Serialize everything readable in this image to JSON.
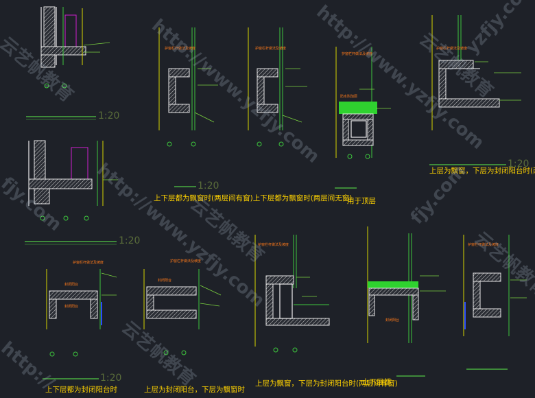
{
  "captions": {
    "c1": "上下层都为飘窗时(两层间有窗)上下层都为飘窗时(两层间无窗)",
    "c2": "用于顶层",
    "c3": "上层为飘窗，下层为封闭阳台时(两层",
    "c4": "上下层都为封闭阳台时",
    "c5": "上层为封闭阳台，下层为飘窗时",
    "c6": "上层为飘窗，下层为封闭阳台时(两层间有窗)",
    "c7": "上下层都"
  },
  "scales": {
    "s1": "1:20",
    "s2": "1:20",
    "s3": "1:20",
    "s4": "1:20",
    "s5": "1:20"
  },
  "notes": {
    "n1": "护窗栏杆做法及坡度",
    "n2": "护窗栏杆做法及坡度",
    "n3": "护窗栏杆做法及坡度",
    "n4": "防水附加层",
    "n5": "护窗栏杆做法及坡度",
    "n6": "护窗栏杆做法及坡度",
    "n7": "护窗栏杆做法及坡度",
    "n8": "护窗栏杆做法及坡度",
    "n9": "护窗栏杆做法及坡度",
    "n10": "封闭阳台",
    "n11": "封闭阳台",
    "n12": "封闭阳台",
    "n13": "封闭阳台"
  },
  "watermarks": {
    "w1": "http://www.yzfjy.com",
    "w2": "云艺帆教育",
    "w3": "http://www.yzfjy.com",
    "w4": "云艺帆教育",
    "w5": "http://www.yzfjy.com",
    "w6": "yzfjy.com",
    "w7": "云艺帆教育",
    "w8": "http://",
    "w9": "fjy.com",
    "w10": "云艺帆教育",
    "w11": "fjy.com",
    "w12": "云艺帆教育"
  },
  "colors": {
    "background": "#1e2128",
    "caption": "#ffd200",
    "hatch": "#c8c8c8",
    "line": "#3ec83e"
  }
}
